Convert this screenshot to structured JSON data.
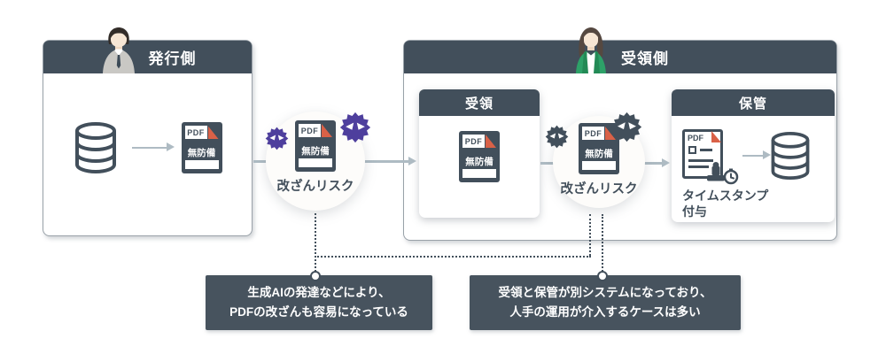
{
  "colors": {
    "slate": "#424f5b",
    "callout_bg": "#47535e",
    "virus_purple": "#4e3f9d",
    "fold_red": "#d96147",
    "flow_line": "#aebbc3"
  },
  "issuer": {
    "title": "発行側",
    "pdf": {
      "label": "PDF",
      "status": "無防備"
    }
  },
  "risk_outer": {
    "label": "改ざんリスク",
    "pdf": {
      "label": "PDF",
      "status": "無防備"
    }
  },
  "receiver": {
    "title": "受領側",
    "receive": {
      "title": "受領",
      "pdf": {
        "label": "PDF",
        "status": "無防備"
      }
    },
    "risk_inner": {
      "label": "改ざんリスク",
      "pdf": {
        "label": "PDF",
        "status": "無防備"
      }
    },
    "store": {
      "title": "保管",
      "pdf_label": "PDF",
      "caption_line1": "タイムスタンプ",
      "caption_line2": "付与"
    }
  },
  "notes": {
    "left": {
      "line1": "生成AIの発達などにより、",
      "line2": "PDFの改ざんも容易になっている"
    },
    "right": {
      "line1": "受領と保管が別システムになっており、",
      "line2": "人手の運用が介入するケースは多い"
    }
  }
}
